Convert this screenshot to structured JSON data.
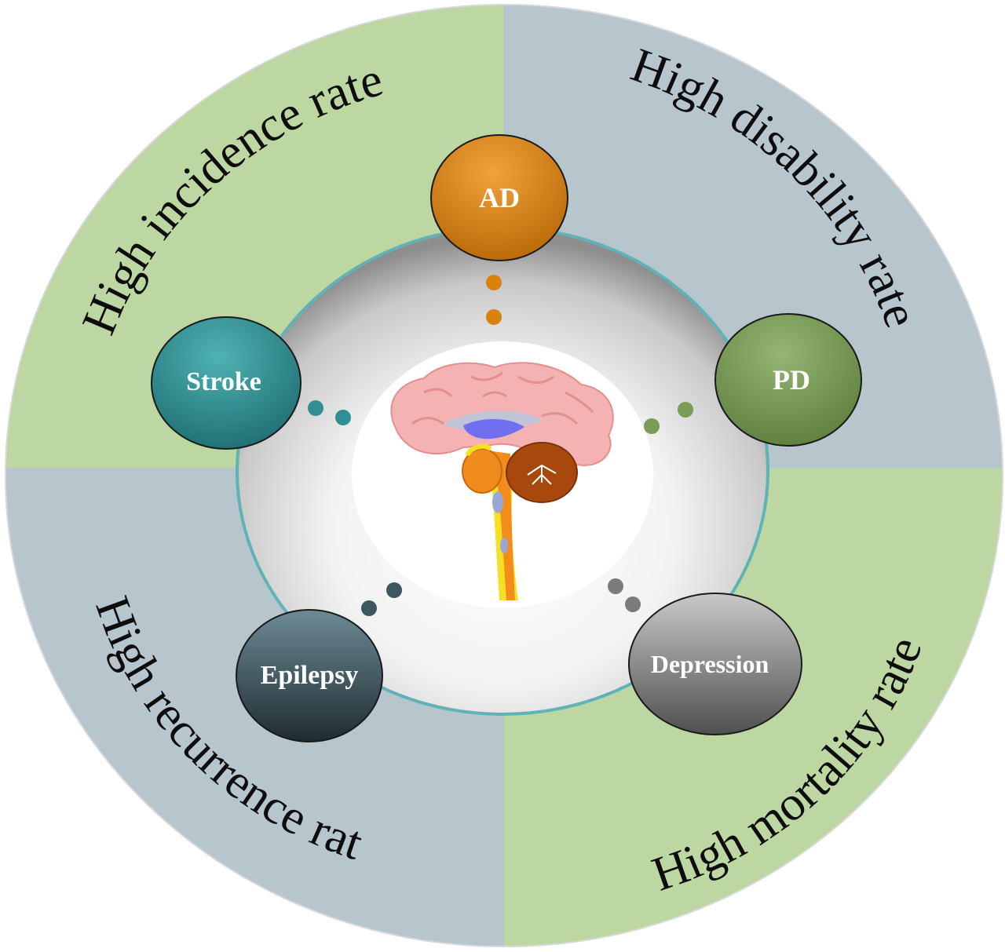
{
  "quadrants": {
    "top_left": {
      "label": "High incidence rate",
      "color": "#bcd7a2"
    },
    "top_right": {
      "label": "High disability rate",
      "color": "#b6c6cc"
    },
    "bottom_left": {
      "label": "High recurrence rate",
      "color": "#b6c6cc"
    },
    "bottom_right": {
      "label": "High mortality rate",
      "color": "#bcd7a2"
    }
  },
  "nodes": {
    "ad": {
      "label": "AD",
      "color": "#d9820c"
    },
    "pd": {
      "label": "PD",
      "color": "#7a9c57"
    },
    "stroke": {
      "label": "Stroke",
      "color": "#2f8f92"
    },
    "epilepsy": {
      "label": "Epilepsy",
      "color": "#3d5761"
    },
    "depression": {
      "label": "Depression",
      "color": "#7b7b7b"
    }
  },
  "center": {
    "icon": "brain-icon"
  }
}
